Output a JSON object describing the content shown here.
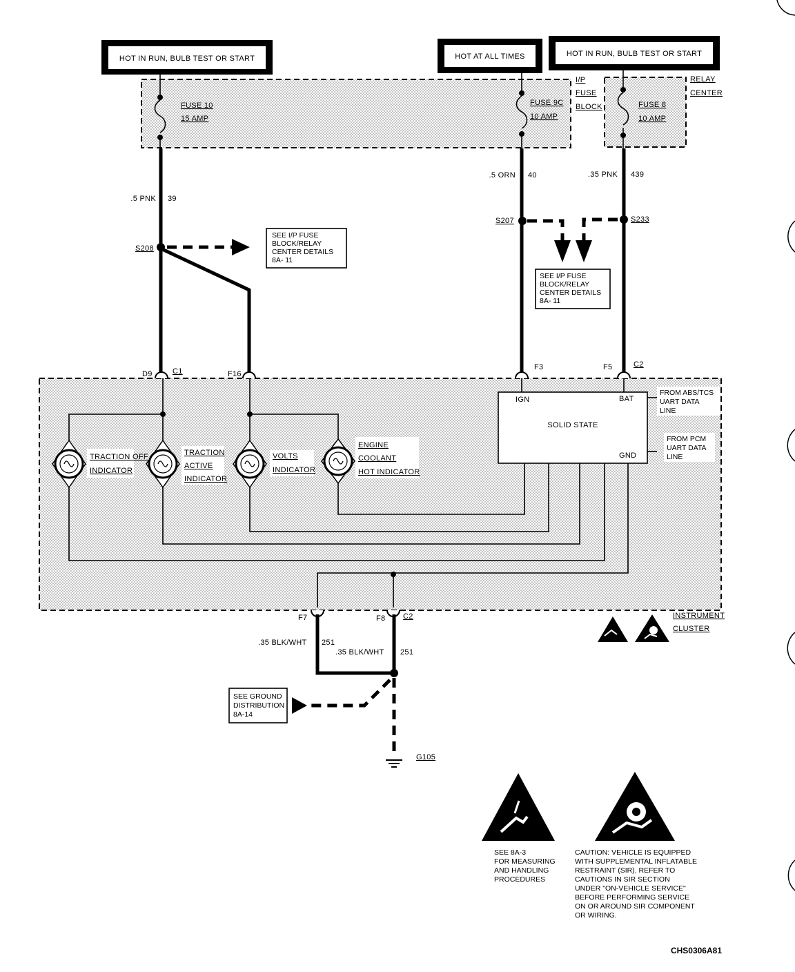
{
  "sources": {
    "left": "HOT IN RUN, BULB TEST OR START",
    "middle": "HOT AT ALL TIMES",
    "right": "HOT IN RUN, BULB TEST OR START"
  },
  "fuses": {
    "fuse10_name": "FUSE 10",
    "fuse10_rating": "15 AMP",
    "fuse9c_name": "FUSE 9C",
    "fuse9c_rating": "10 AMP",
    "fuse8_name": "FUSE 8",
    "fuse8_rating": "10 AMP",
    "ip_block_label": [
      "I/P",
      "FUSE",
      "BLOCK"
    ],
    "relay_center_label": [
      "RELAY",
      "CENTER"
    ]
  },
  "wires": {
    "w39_gauge": ".5 PNK",
    "w39_circuit": "39",
    "w40_gauge": ".5 ORN",
    "w40_circuit": "40",
    "w439_gauge": ".35 PNK",
    "w439_circuit": "439",
    "w251a_gauge": ".35 BLK/WHT",
    "w251a_circuit": "251",
    "w251b_gauge": ".35 BLK/WHT",
    "w251b_circuit": "251"
  },
  "splices": {
    "s208": "S208",
    "s207": "S207",
    "s233": "S233"
  },
  "notes": {
    "see_ip_left": [
      "SEE I/P FUSE",
      "BLOCK/RELAY",
      "CENTER DETAILS",
      "8A- 11"
    ],
    "see_ip_right": [
      "SEE I/P FUSE",
      "BLOCK/RELAY",
      "CENTER DETAILS",
      "8A- 11"
    ],
    "see_ground": [
      "SEE GROUND",
      "DISTRIBUTION",
      "8A-14"
    ]
  },
  "connectors": {
    "d9": "D9",
    "c1": "C1",
    "f16": "F16",
    "f3": "F3",
    "f5": "F5",
    "c2_top": "C2",
    "f7": "F7",
    "f8": "F8",
    "c2_bottom": "C2"
  },
  "cluster": {
    "indicators": [
      [
        "TRACTION OFF",
        "INDICATOR"
      ],
      [
        "TRACTION",
        "ACTIVE",
        "INDICATOR"
      ],
      [
        "VOLTS",
        "INDICATOR"
      ],
      [
        "ENGINE",
        "COOLANT",
        "HOT INDICATOR"
      ]
    ],
    "module_name": "SOLID STATE",
    "pin_ign": "IGN",
    "pin_bat": "BAT",
    "pin_gnd": "GND",
    "from_abs": [
      "FROM ABS/TCS",
      "UART DATA",
      "LINE"
    ],
    "from_pcm": [
      "FROM PCM",
      "UART DATA",
      "LINE"
    ],
    "cluster_label": [
      "INSTRUMENT",
      "CLUSTER"
    ]
  },
  "ground": {
    "g105": "G105"
  },
  "warnings": {
    "esd_text": [
      "SEE 8A-3",
      "FOR MEASURING",
      "AND HANDLING",
      "PROCEDURES"
    ],
    "sir_text": [
      "CAUTION: VEHICLE IS EQUIPPED",
      "WITH SUPPLEMENTAL INFLATABLE",
      "RESTRAINT (SIR). REFER TO",
      "CAUTIONS IN SIR SECTION",
      "UNDER \"ON-VEHICLE SERVICE\"",
      "BEFORE PERFORMING SERVICE",
      "ON OR AROUND SIR COMPONENT",
      "OR WIRING."
    ]
  },
  "figure_code": "CHS0306A81"
}
